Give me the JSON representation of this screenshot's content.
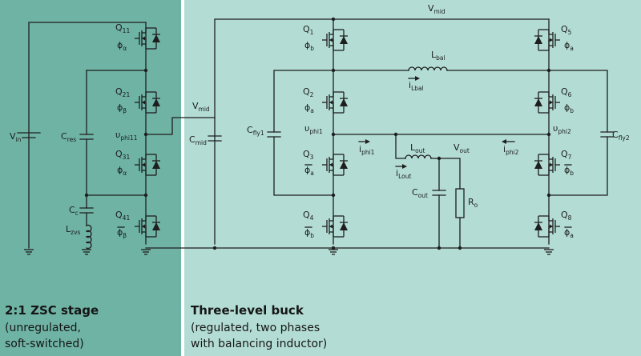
{
  "colors": {
    "zsc_panel": "#6fb3a5",
    "buck_panel": "#b3ddd4",
    "divider": "#ffffff",
    "wire": "#1e1e1e"
  },
  "captions": {
    "zsc": {
      "title": "2:1 ZSC stage",
      "line1": "(unregulated,",
      "line2": "soft-switched)"
    },
    "buck": {
      "title": "Three-level buck",
      "line1": "(regulated, two phases",
      "line2": "with balancing inductor)"
    }
  },
  "labels": {
    "vin": {
      "main": "V",
      "sub": "in"
    },
    "vmid_zsc": {
      "main": "V",
      "sub": "mid"
    },
    "vmid_top": {
      "main": "V",
      "sub": "mid"
    },
    "cmid": {
      "main": "C",
      "sub": "mid"
    },
    "cres": {
      "main": "C",
      "sub": "res"
    },
    "cc": {
      "main": "C",
      "sub": "c"
    },
    "lzvs": {
      "main": "L",
      "sub": "zvs"
    },
    "vphi11": {
      "main": "υ",
      "sub": "phi11"
    },
    "cfly1": {
      "main": "C",
      "sub": "fly1"
    },
    "cfly2": {
      "main": "C",
      "sub": "fly2"
    },
    "vphi1": {
      "main": "υ",
      "sub": "phi1"
    },
    "vphi2": {
      "main": "υ",
      "sub": "phi2"
    },
    "lbal": {
      "main": "L",
      "sub": "bal"
    },
    "ilbal": {
      "main": "i",
      "sub": "Lbal"
    },
    "iphi1": {
      "main": "i",
      "sub": "phi1"
    },
    "iphi2": {
      "main": "i",
      "sub": "phi2"
    },
    "lout": {
      "main": "L",
      "sub": "out"
    },
    "vout": {
      "main": "V",
      "sub": "out"
    },
    "ilout": {
      "main": "i",
      "sub": "Lout"
    },
    "cout": {
      "main": "C",
      "sub": "out"
    },
    "ro": {
      "main": "R",
      "sub": "o"
    },
    "q11": {
      "main": "Q",
      "sub": "11"
    },
    "q21": {
      "main": "Q",
      "sub": "21"
    },
    "q31": {
      "main": "Q",
      "sub": "31"
    },
    "q41": {
      "main": "Q",
      "sub": "41"
    },
    "q1": {
      "main": "Q",
      "sub": "1"
    },
    "q2": {
      "main": "Q",
      "sub": "2"
    },
    "q3": {
      "main": "Q",
      "sub": "3"
    },
    "q4": {
      "main": "Q",
      "sub": "4"
    },
    "q5": {
      "main": "Q",
      "sub": "5"
    },
    "q6": {
      "main": "Q",
      "sub": "6"
    },
    "q7": {
      "main": "Q",
      "sub": "7"
    },
    "q8": {
      "main": "Q",
      "sub": "8"
    },
    "p11": {
      "main": "ϕ",
      "sub": "α"
    },
    "p21": {
      "main": "ϕ",
      "sub": "β"
    },
    "p31": {
      "main": "ϕ",
      "sub": "α"
    },
    "p41": {
      "main": "ϕ",
      "sub": "β"
    },
    "p1": {
      "main": "ϕ",
      "sub": "b"
    },
    "p2": {
      "main": "ϕ",
      "sub": "a"
    },
    "p3": {
      "main": "ϕ",
      "sub": "a"
    },
    "p4": {
      "main": "ϕ",
      "sub": "b"
    },
    "p5": {
      "main": "ϕ",
      "sub": "a"
    },
    "p6": {
      "main": "ϕ",
      "sub": "b"
    },
    "p7": {
      "main": "ϕ",
      "sub": "b"
    },
    "p8": {
      "main": "ϕ",
      "sub": "a"
    }
  }
}
